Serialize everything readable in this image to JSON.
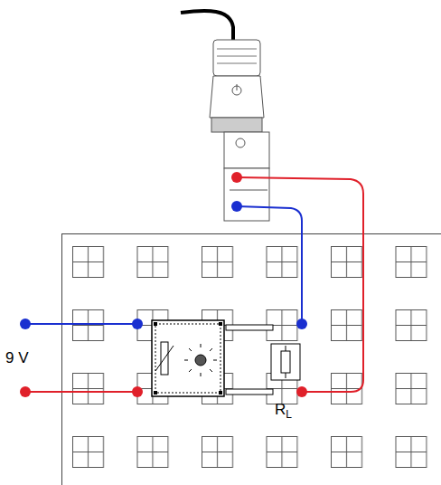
{
  "diagram": {
    "labels": [
      "9 V",
      "R",
      "L"
    ]
  }
}
